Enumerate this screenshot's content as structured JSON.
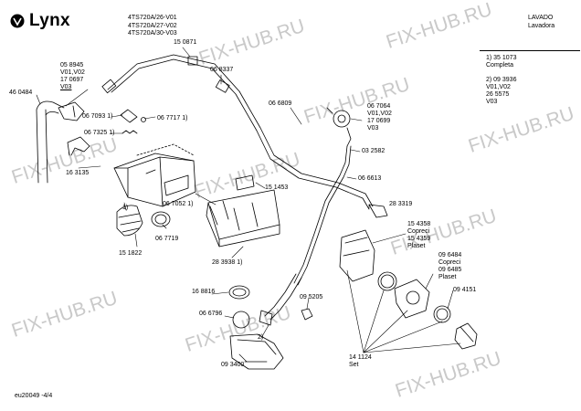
{
  "header": {
    "brand": "Lynx",
    "models": [
      "4TS720A/26-V01",
      "4TS720A/27-V02",
      "4TS720A/30-V03"
    ],
    "section": [
      "LAVADO",
      "Lavadora"
    ]
  },
  "watermark": "FIX-HUB.RU",
  "legend": [
    {
      "lines": [
        "1)  35 1073",
        "     Completa"
      ]
    },
    {
      "lines": [
        "2)  09 3936",
        "     V01,V02",
        "     26 5575",
        "     V03"
      ]
    }
  ],
  "labels": {
    "p460484": "46 0484",
    "p058945": [
      "05 8945",
      "V01,V02",
      "17 0697",
      "V03"
    ],
    "p150871": "15 0871",
    "p068337": "06 8337",
    "p067093": "06 7093 1)",
    "p067717": "06 7717 1)",
    "p067325": "06 7325 1)",
    "p066809": "06 6809",
    "p067064": [
      "06 7064",
      "V01,V02",
      "17 0699",
      "V03"
    ],
    "p032582": "03 2582",
    "p066613": "06 6613",
    "p163135": "16 3135",
    "p151453": "15 1453",
    "p067052": "06 7052 1)",
    "p283319": "28 3319",
    "p067719": "06 7719",
    "p151822": "15 1822",
    "p283938": "28 3938 1)",
    "p154358": [
      "15 4358",
      "Copreci",
      "15 4359",
      "Plaset"
    ],
    "p096484": [
      "09 6484",
      "Copreci",
      "09 6485",
      "Plaset"
    ],
    "p168816": "16 8816",
    "p095205": "09 5205",
    "p094151": "09 4151",
    "p066796": "06 6796",
    "note2": "2)",
    "p093400": "09 3400",
    "p141124": [
      "14 1124",
      "Set"
    ],
    "note1": "1)"
  },
  "footer": {
    "code": "eu20049  -4/4"
  },
  "colors": {
    "ink": "#000000",
    "watermark": "#c9c9c9",
    "fill": "#ffffff"
  }
}
